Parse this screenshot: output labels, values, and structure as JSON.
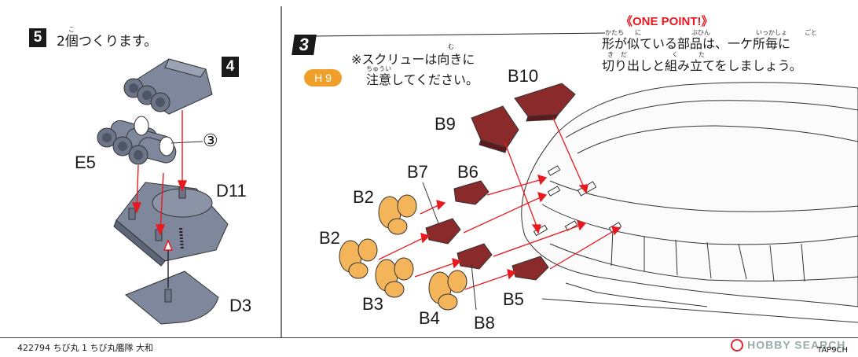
{
  "step5": {
    "number": "5",
    "instruction": "2個つくります。",
    "ruby_ko": "こ",
    "subassembly_ref": "4",
    "callout_num": "③",
    "parts": {
      "e5": "E5",
      "d11": "D11",
      "d3": "D3"
    }
  },
  "step3": {
    "number": "3",
    "note_line1": "※スクリューは向きに",
    "note_line2": "注意してください。",
    "ruby_muki": "む",
    "ruby_chuui": "ちゅうい",
    "runner_tag": "H 9",
    "parts": {
      "b10": "B10",
      "b9": "B9",
      "b7": "B7",
      "b6": "B6",
      "b2_top": "B2",
      "b2_bottom": "B2",
      "b3": "B3",
      "b4": "B4",
      "b8": "B8",
      "b5": "B5"
    }
  },
  "one_point": {
    "title": "《ONE POINT!》",
    "line1": "形が似ている部品は、一ケ所毎に",
    "line2": "切り出しと組み立てをしましょう。",
    "ruby": {
      "katachi": "かたち",
      "ni": "に",
      "buhin": "ぶひん",
      "ikkasho": "いっかしょ",
      "goto": "ごと",
      "ki": "き",
      "da": "だ",
      "ku": "く",
      "ta": "た"
    }
  },
  "footer": {
    "left": "422794 ちび丸 1 ちび丸艦隊 大和",
    "right_code": "TAP9CH",
    "watermark": "HOBBY SEARCH"
  },
  "colors": {
    "gray_part": "#7e879c",
    "gray_dark": "#5d6678",
    "red_part": "#8a2a2a",
    "red_dark": "#5e1a1a",
    "yellow_part": "#f4b55a",
    "arrow_red": "#e8191f",
    "tag_orange": "#f0a02a"
  }
}
